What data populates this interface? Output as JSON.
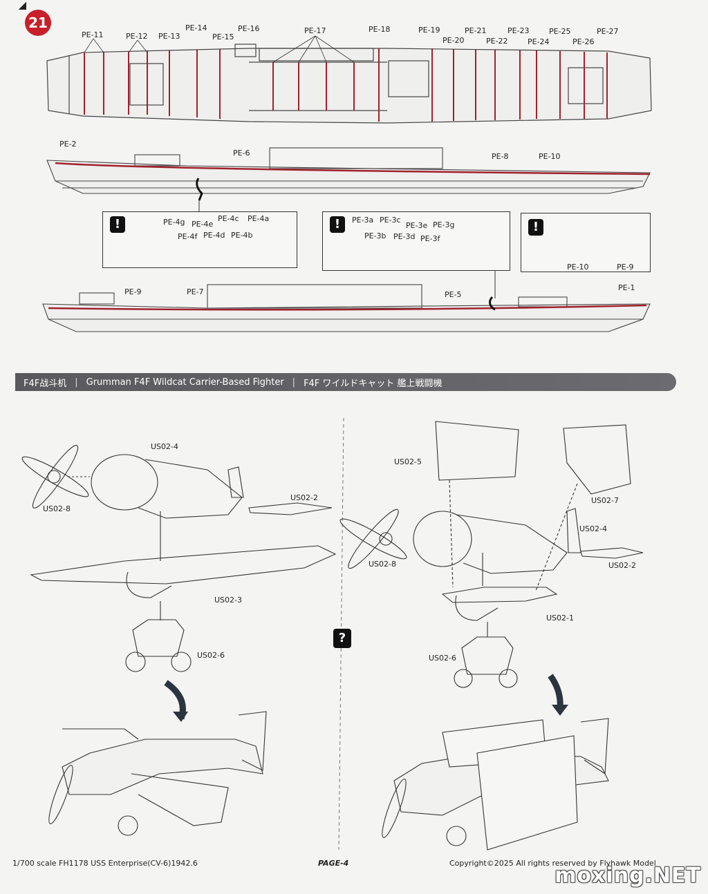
{
  "step": "21",
  "deck_labels": [
    "PE-11",
    "PE-12",
    "PE-13",
    "PE-14",
    "PE-15",
    "PE-16",
    "PE-17",
    "PE-18",
    "PE-19",
    "PE-20",
    "PE-21",
    "PE-22",
    "PE-23",
    "PE-24",
    "PE-25",
    "PE-26",
    "PE-27"
  ],
  "side1_labels": [
    "PE-2",
    "PE-6",
    "PE-8",
    "PE-10"
  ],
  "box1_labels": [
    "PE-4g",
    "PE-4e",
    "PE-4c",
    "PE-4a",
    "PE-4f",
    "PE-4d",
    "PE-4b"
  ],
  "box2_labels": [
    "PE-3a",
    "PE-3c",
    "PE-3e",
    "PE-3g",
    "PE-3b",
    "PE-3d",
    "PE-3f"
  ],
  "box3_labels": [
    "PE-10",
    "PE-9"
  ],
  "side2_labels": [
    "PE-9",
    "PE-7",
    "PE-5",
    "PE-1"
  ],
  "banner": {
    "cn": "F4F战斗机",
    "en": "Grumman F4F Wildcat Carrier-Based Fighter",
    "jp": "F4F ワイルドキャット 艦上戦闘機"
  },
  "left_parts": [
    "US02-4",
    "US02-8",
    "US02-2",
    "US02-3",
    "US02-6"
  ],
  "right_parts": [
    "US02-5",
    "US02-7",
    "US02-4",
    "US02-8",
    "US02-2",
    "US02-1",
    "US02-6"
  ],
  "footer": {
    "left": "1/700 scale FH1178 USS Enterprise(CV-6)1942.6",
    "page": "PAGE-4",
    "copyright": "Copyright©2025  All rights reserved by Flyhawk Model"
  },
  "watermark": "moxing.NET",
  "colors": {
    "accent": "#c8202a",
    "banner": "#5f5f64"
  }
}
